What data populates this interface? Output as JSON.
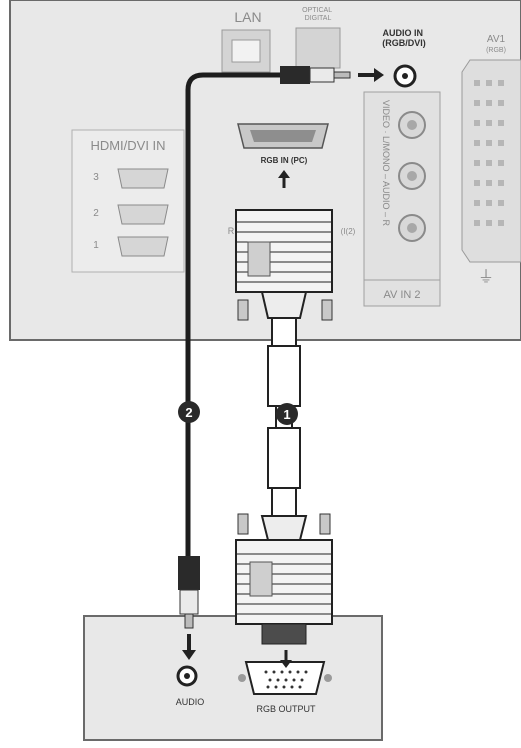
{
  "tv_panel": {
    "lan_label": "LAN",
    "optical_label": "OPTICAL\nDIGITAL",
    "audio_in_label": "AUDIO IN\n(RGB/DVI)",
    "av1_label": "AV1",
    "av1_sub": "(RGB)",
    "hdmi_label": "HDMI/DVI IN",
    "hdmi_ports": [
      "3",
      "2",
      "1"
    ],
    "rgb_in_label": "RGB IN (PC)",
    "rgb_in_left_hint": "R",
    "rgb_in_right_hint": "(I(2)",
    "av_in_vertical": "VIDEO · L/MONO – AUDIO – R",
    "av_in2_label": "AV IN 2"
  },
  "pc_panel": {
    "audio_label": "AUDIO",
    "rgb_output_label": "RGB OUTPUT"
  },
  "steps": [
    "1",
    "2"
  ],
  "colors": {
    "panel_bg": "#e9e9e9",
    "panel_stroke": "#6d6d6d",
    "cable": "#1d1d1d",
    "badge": "#2a2a2a"
  }
}
